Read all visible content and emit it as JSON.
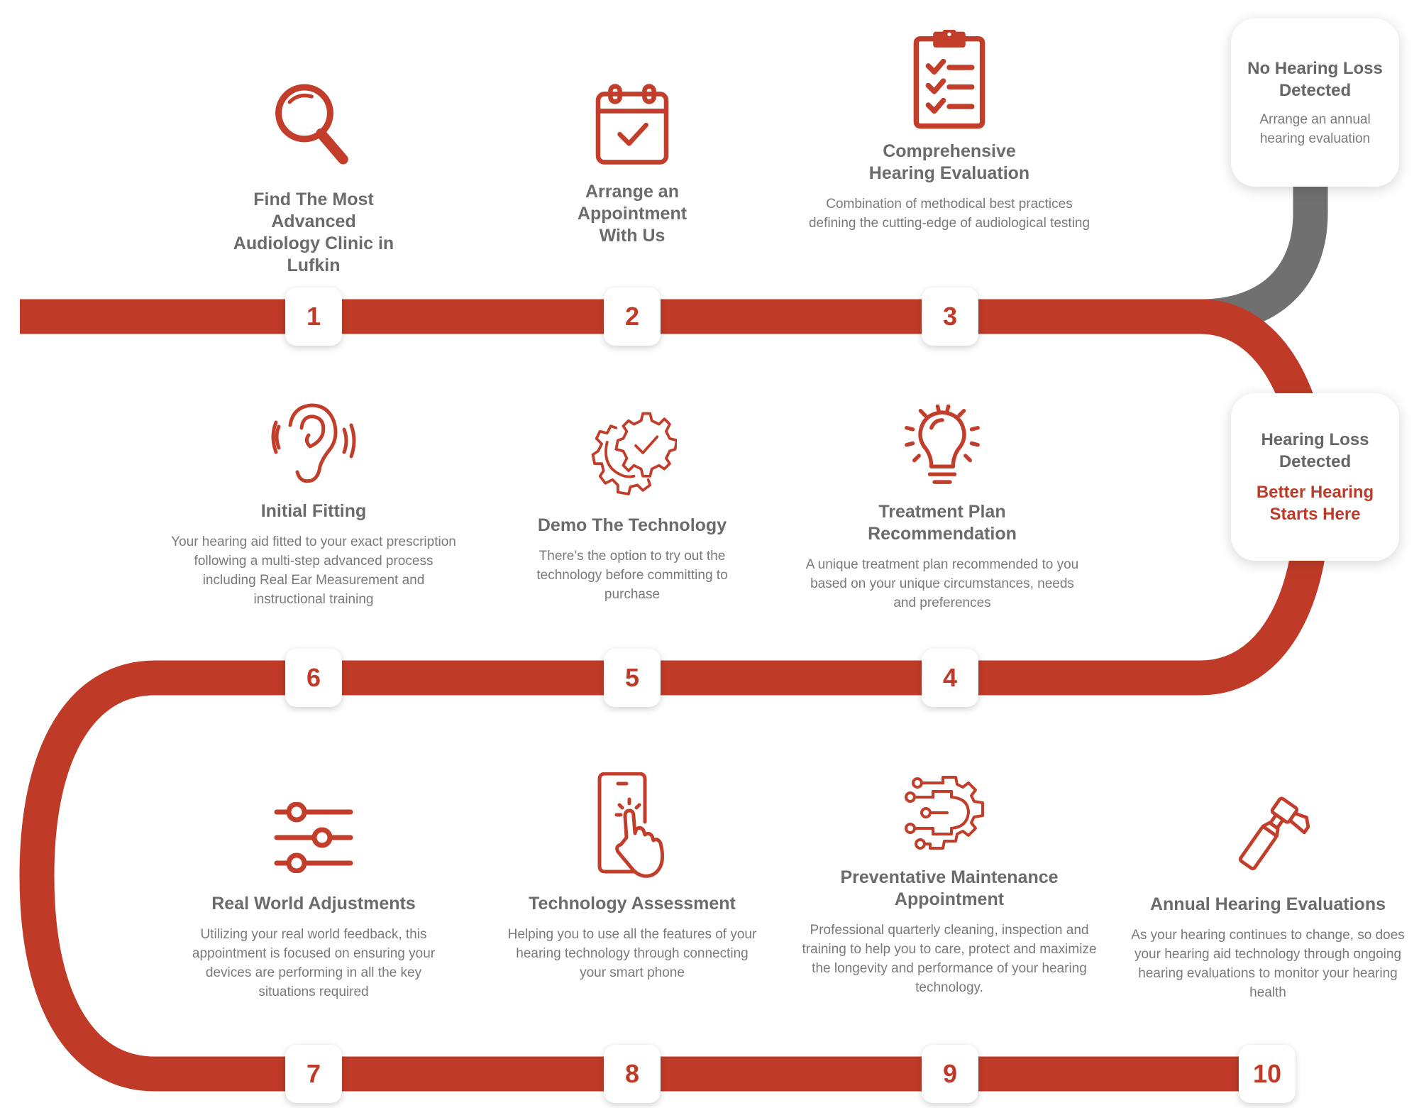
{
  "colors": {
    "accent": "#c23e2a",
    "track_gray": "#707070",
    "heading": "#6b6b6b",
    "body": "#7a7a7a"
  },
  "steps": [
    {
      "number": "1",
      "icon": "magnifying-glass-icon",
      "title": "Find The Most Advanced Audiology Clinic in Lufkin",
      "description": ""
    },
    {
      "number": "2",
      "icon": "calendar-check-icon",
      "title": "Arrange an Appointment With Us",
      "description": ""
    },
    {
      "number": "3",
      "icon": "clipboard-checklist-icon",
      "title": "Comprehensive Hearing Evaluation",
      "description": "Combination of methodical best practices defining the cutting-edge of audiological testing"
    },
    {
      "number": "4",
      "icon": "lightbulb-icon",
      "title": "Treatment Plan Recommendation",
      "description": "A unique treatment plan recommended to you based on your unique circumstances, needs and preferences"
    },
    {
      "number": "5",
      "icon": "gear-check-icon",
      "title": "Demo The Technology",
      "description": "There’s the option to try out the technology before committing to purchase"
    },
    {
      "number": "6",
      "icon": "ear-sound-icon",
      "title": "Initial Fitting",
      "description": "Your hearing aid fitted to your exact prescription following a multi-step advanced process including Real Ear Measurement and instructional training"
    },
    {
      "number": "7",
      "icon": "sliders-icon",
      "title": "Real World Adjustments",
      "description": "Utilizing your real world feedback, this appointment is focused on ensuring your devices are performing in all the key situations required"
    },
    {
      "number": "8",
      "icon": "phone-tap-icon",
      "title": "Technology Assessment",
      "description": "Helping you to use all the features of your hearing technology through connecting your smart phone"
    },
    {
      "number": "9",
      "icon": "gear-circuit-icon",
      "title": "Preventative Maintenance Appointment",
      "description": "Professional quarterly cleaning, inspection and training to help you to care, protect and maximize the longevity and performance of your hearing technology."
    },
    {
      "number": "10",
      "icon": "otoscope-icon",
      "title": "Annual Hearing Evaluations",
      "description": "As your hearing continues to change, so does your hearing aid technology through ongoing hearing evaluations to monitor your hearing health"
    }
  ],
  "branches": {
    "no_loss": {
      "title": "No Hearing Loss Detected",
      "text": "Arrange an annual hearing evaluation"
    },
    "loss": {
      "title": "Hearing Loss Detected",
      "cta": "Better Hearing Starts Here"
    }
  }
}
